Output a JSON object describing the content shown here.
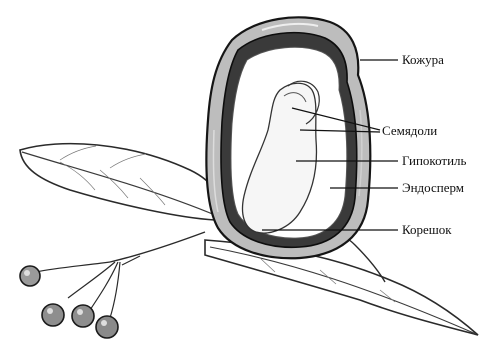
{
  "labels": {
    "seed_coat": "Кожура",
    "cotyledons": "Семядоли",
    "hypocotyl": "Гипокотиль",
    "endosperm": "Эндосперм",
    "radicle": "Корешок"
  }
}
